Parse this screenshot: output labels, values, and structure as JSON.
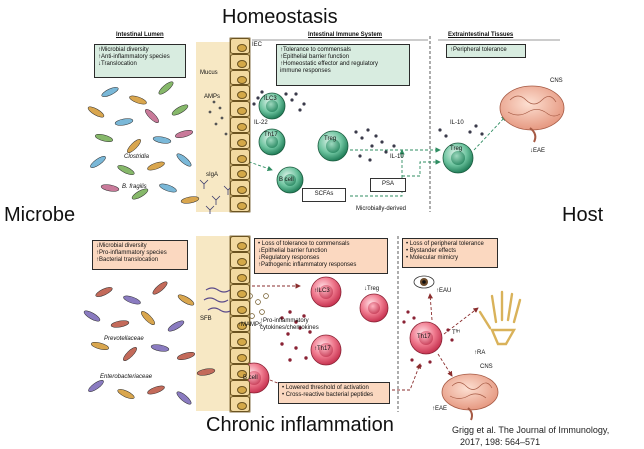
{
  "titles": {
    "homeostasis": "Homeostasis",
    "chronic": "Chronic inflammation",
    "microbe": "Microbe",
    "host": "Host"
  },
  "headers": {
    "lumen": "Intestinal Lumen",
    "immune": "Intestinal Immune System",
    "extra": "Extraintestinal Tissues"
  },
  "top": {
    "lumen_box": [
      "↑Microbial diversity",
      "↑Anti-inflammatory species",
      "↓Translocation"
    ],
    "immune_box": [
      "↑Tolerance to commensals",
      "↑Epithelial barrier function",
      "↑Homeostatic effector and regulatory",
      "  immune responses"
    ],
    "extra_box": [
      "↑Peripheral tolerance"
    ],
    "labels": {
      "iec": "IEC",
      "mucus": "Mucus",
      "amps": "AMPs",
      "il22": "IL-22",
      "siga": "sIgA",
      "clostridia": "Clostridia",
      "bfragilis": "B. fragilis",
      "ilc3": "ILC3",
      "th17": "Th17",
      "treg": "Treg",
      "treg2": "Treg",
      "bcell": "B cell",
      "il10": "IL-10",
      "il10b": "IL-10",
      "scfas": "SCFAs",
      "psa": "PSA",
      "microbially": "Microbially-derived",
      "cns": "CNS",
      "eae": "↓EAE"
    }
  },
  "bottom": {
    "lumen_box": [
      "↓Microbial diversity",
      "↑Pro-inflammatory species",
      "↑Bacterial translocation"
    ],
    "immune_box": [
      "• Loss of tolerance to commensals",
      "↓Epithelial barrier function",
      "↓Regulatory responses",
      "↑Pathogenic inflammatory responses"
    ],
    "extra_box": [
      "• Loss of peripheral tolerance",
      "• Bystander effects",
      "• Molecular mimicry"
    ],
    "activation_box": [
      "• Lowered threshold of activation",
      "• Cross-reactive bacterial peptides"
    ],
    "labels": {
      "sfb": "SFB",
      "mamps": "↑MAMPs",
      "proinfl1": "↑Pro-inflammatory",
      "proinfl2": "cytokines/chemokines",
      "prevotellaceae": "Prevotellaceae",
      "enterobacteriaceae": "Enterobacteriaceae",
      "ilc3": "↑ILC3",
      "th17": "↑Th17",
      "treg": "↓Treg",
      "bcell": "B cell",
      "th17b": "Th17",
      "eau": "↑EAU",
      "tfh": "Tᶠᴴ",
      "ra": "↑RA",
      "cns": "CNS",
      "eae": "↑EAE"
    }
  },
  "citation": {
    "line1": "Grigg et al. The Journal of Immunology,",
    "line2": "2017, 198: 564–571"
  },
  "colors": {
    "green_box": "#d8ece0",
    "orange_box": "#fbd8c0",
    "green_cell": "#2f9a6f",
    "red_cell": "#e0506a",
    "epithelium": "#f2d9a0",
    "brain": "#f2a98e"
  }
}
